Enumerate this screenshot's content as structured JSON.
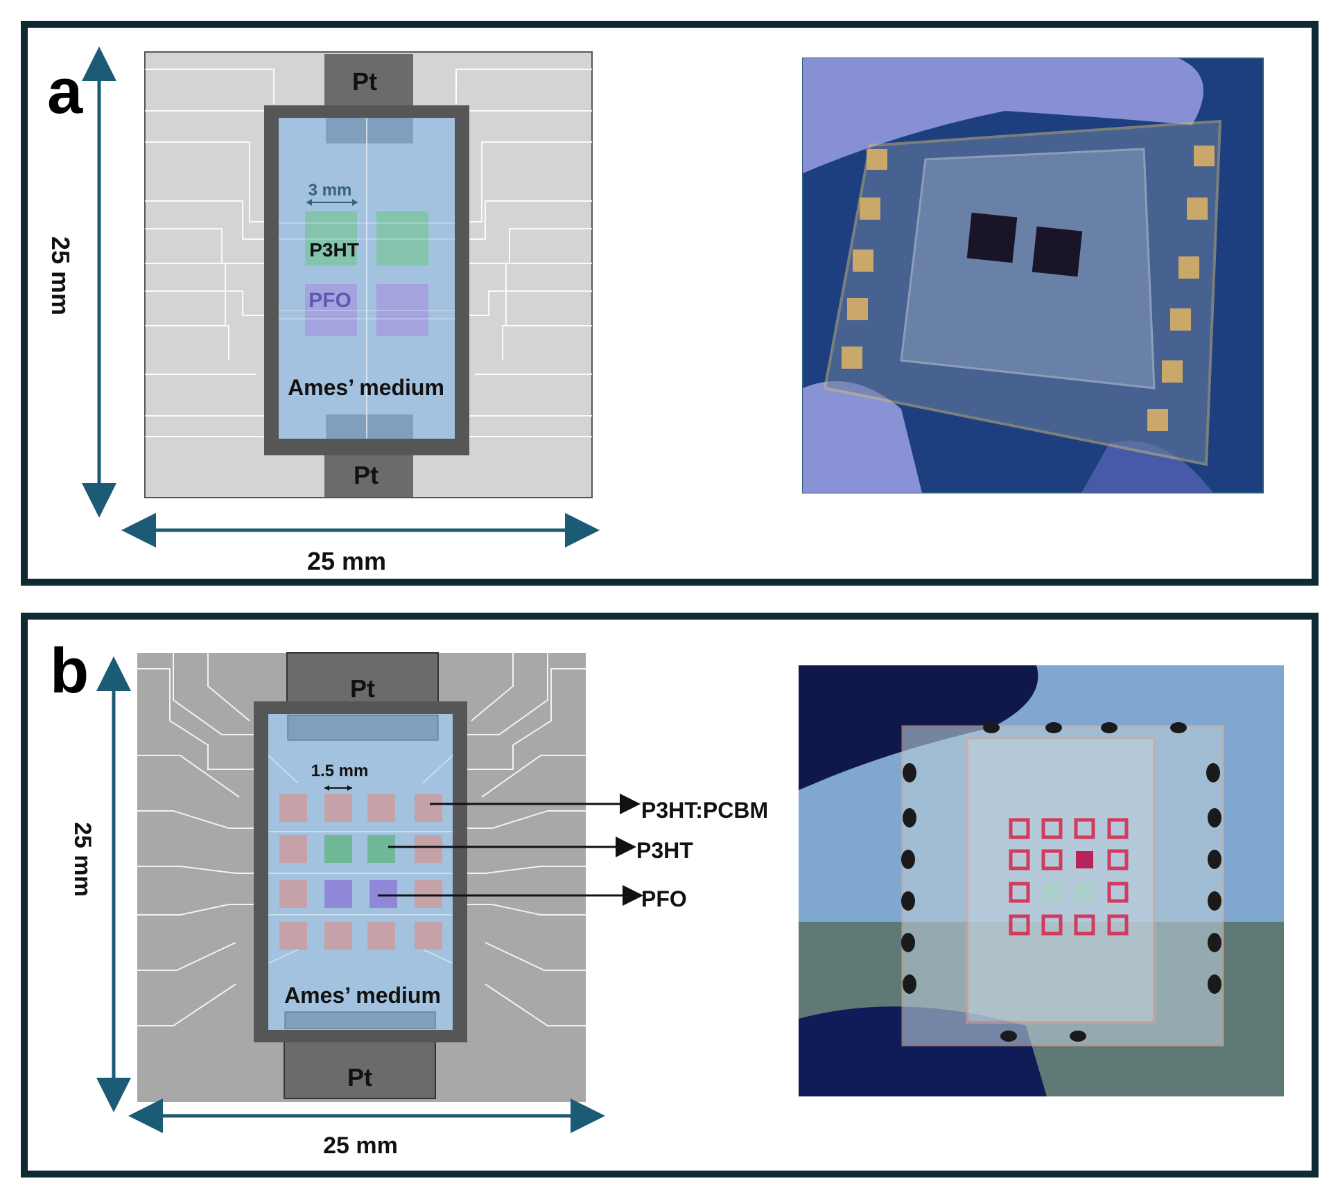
{
  "panel_a": {
    "letter": "a",
    "dim_vertical": "25 mm",
    "dim_horizontal": "25 mm",
    "electrode_top": "Pt",
    "electrode_bottom": "Pt",
    "scale": "3 mm",
    "pad_label_1": "P3HT",
    "pad_label_2": "PFO",
    "medium": "Ames’ medium"
  },
  "panel_b": {
    "letter": "b",
    "dim_vertical": "25 mm",
    "dim_horizontal": "25 mm",
    "electrode_top": "Pt",
    "electrode_bottom": "Pt",
    "scale": "1.5 mm",
    "medium": "Ames’ medium",
    "callouts": [
      "P3HT:PCBM",
      "P3HT",
      "PFO"
    ]
  },
  "colors": {
    "frame": "#0f2a33",
    "arrow": "#1c5b76",
    "substrate": "#d4d4d4",
    "electrode": "#6b6b6b",
    "chamber": "#a3c2df",
    "p3ht": "#7fc4a3",
    "pfo": "#a59ee0",
    "p3ht_pcbm": "#c4a2a8"
  }
}
